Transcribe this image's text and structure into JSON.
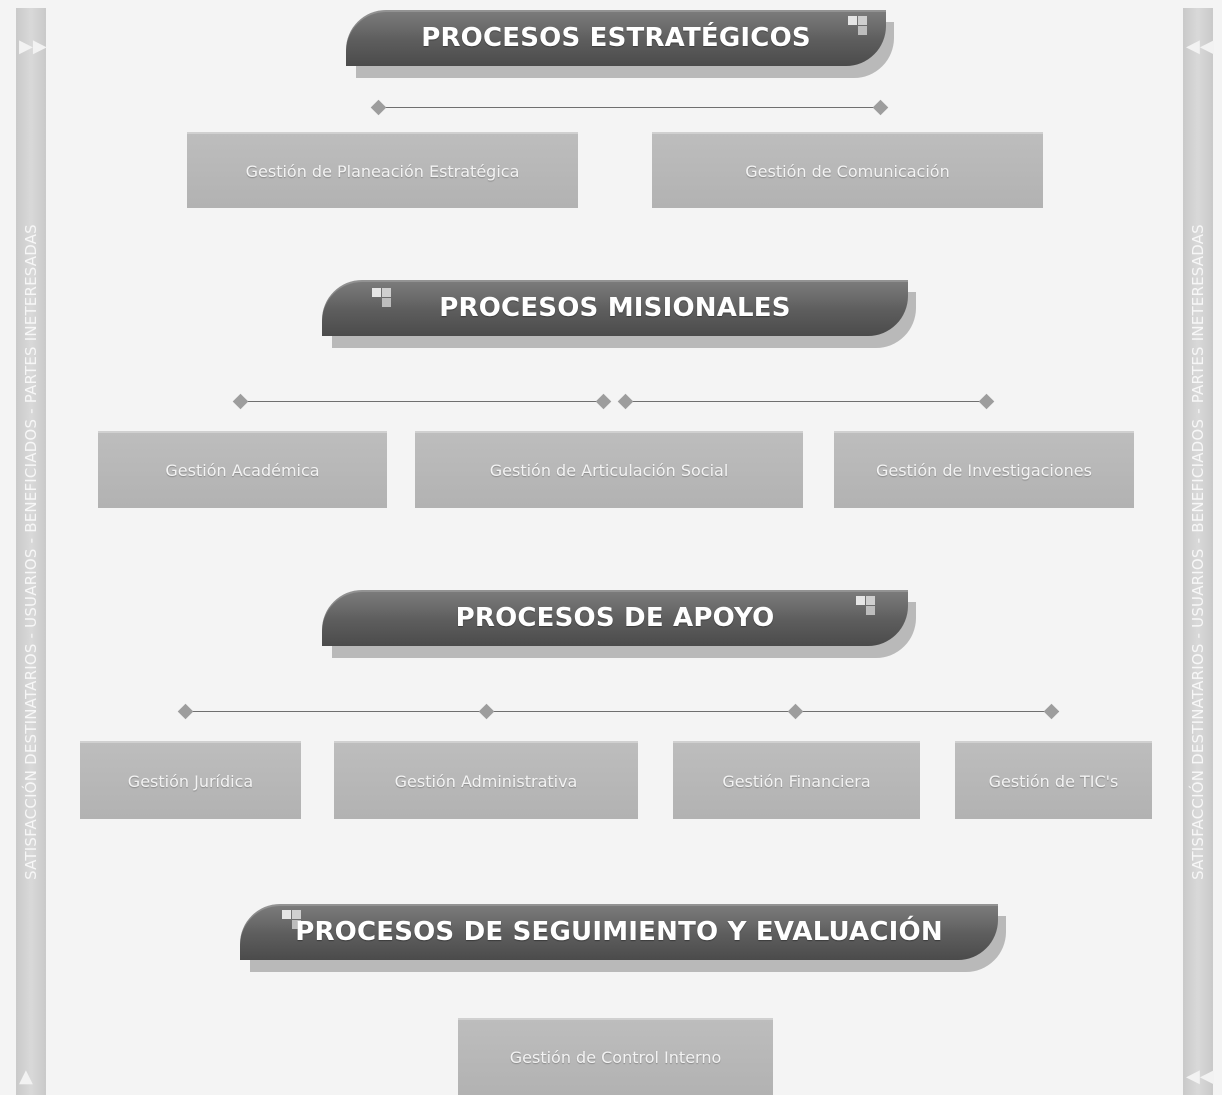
{
  "side_label": "SATISFACCIÓN DESTINATARIOS - USUARIOS - BENEFICIADOS - PARTES INETERESADAS",
  "colors": {
    "banner": "#5d5d5d",
    "box": "#b8b8b8",
    "sidebar": "#cfcfcf",
    "line": "#6f6f6f"
  },
  "sections": [
    {
      "title": "PROCESOS ESTRATÉGICOS",
      "boxes": [
        "Gestión de Planeación Estratégica",
        "Gestión de Comunicación"
      ]
    },
    {
      "title": "PROCESOS MISIONALES",
      "boxes": [
        "Gestión Académica",
        "Gestión de Articulación Social",
        "Gestión de Investigaciones"
      ]
    },
    {
      "title": "PROCESOS DE APOYO",
      "boxes": [
        "Gestión Jurídica",
        "Gestión Administrativa",
        "Gestión Financiera",
        "Gestión de TIC's"
      ]
    },
    {
      "title": "PROCESOS DE SEGUIMIENTO Y EVALUACIÓN",
      "boxes": [
        "Gestión de Control Interno"
      ]
    }
  ]
}
